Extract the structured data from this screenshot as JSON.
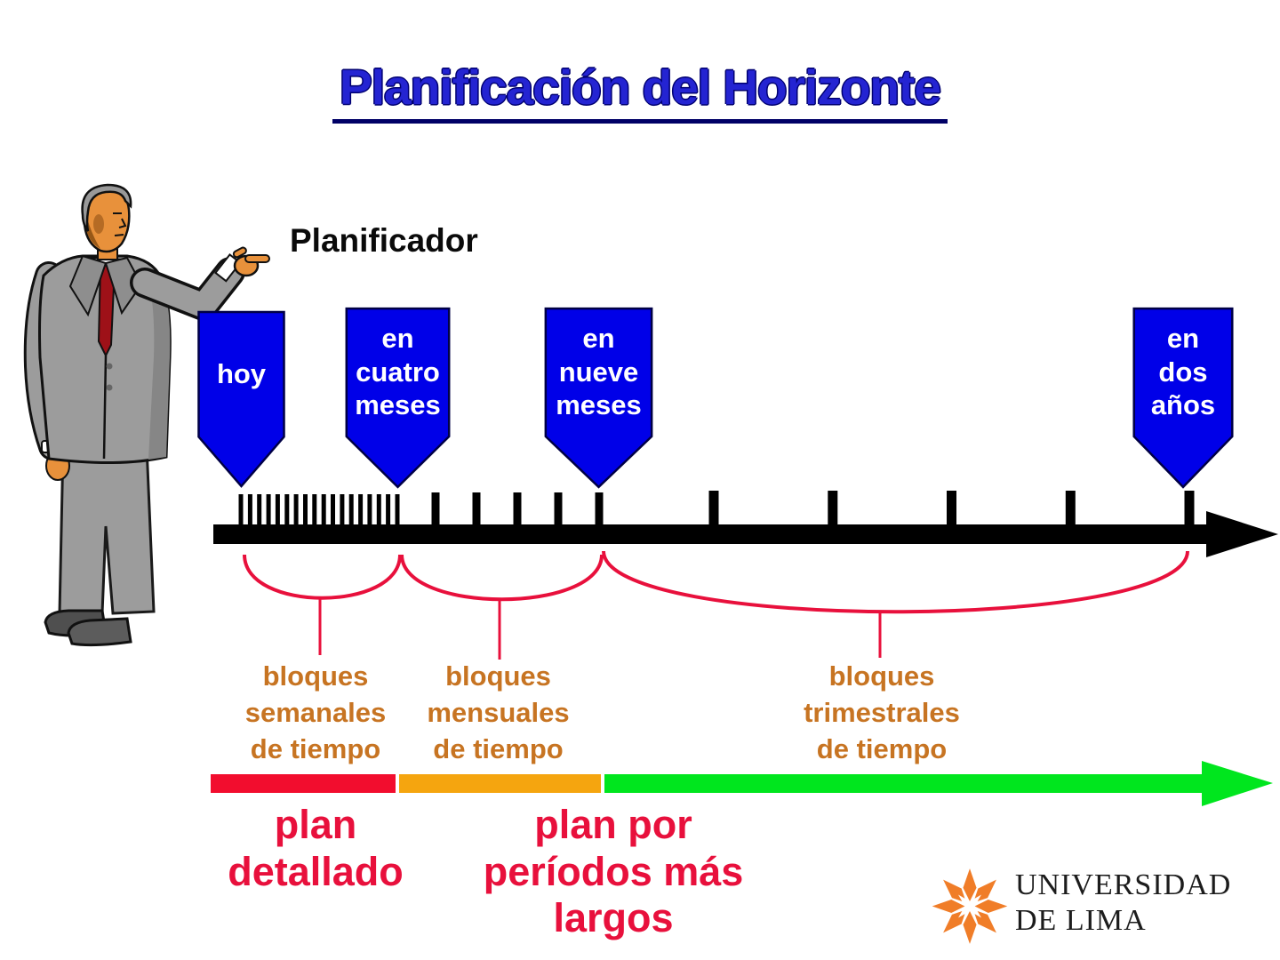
{
  "title": "Planificación del Horizonte",
  "planner": {
    "label": "Planificador"
  },
  "presenter": {
    "illustration": "businessman-pointing"
  },
  "markers": [
    {
      "id": "hoy",
      "label": "hoy"
    },
    {
      "id": "en-cuatro-meses",
      "label": "en\ncuatro\nmeses"
    },
    {
      "id": "en-nueve-meses",
      "label": "en\nnueve\nmeses"
    },
    {
      "id": "en-dos-anos",
      "label": "en\ndos\naños"
    }
  ],
  "timeline": {
    "tick_groups": [
      {
        "name": "weekly",
        "start": 271,
        "end": 447,
        "count": 18,
        "width": 5,
        "height": 36
      },
      {
        "name": "monthly",
        "start": 490,
        "end": 674,
        "count": 5,
        "width": 9,
        "height": 38
      },
      {
        "name": "quarterly",
        "start": 803,
        "end": 1338,
        "count": 5,
        "width": 11,
        "height": 40
      }
    ]
  },
  "block_labels": [
    {
      "label": "bloques\nsemanales\nde tiempo"
    },
    {
      "label": "bloques\nmensuales\nde tiempo"
    },
    {
      "label": "bloques\ntrimestrales\nde tiempo"
    }
  ],
  "plan_labels": [
    {
      "label": "plan\ndetallado"
    },
    {
      "label": "plan por\nperíodos más\nlargos"
    }
  ],
  "logo": {
    "icon": "eight-point-star",
    "line1": "UNIVERSIDAD",
    "line2": "DE LIMA"
  },
  "colors": {
    "title_blue": "#2424D2",
    "title_outline": "#000070",
    "title_underline": "#000066",
    "marker_blue": "#0000E8",
    "brace_red": "#E8103C",
    "label_orange": "#C77422",
    "plan_red": "#E8103C",
    "bar_red": "#F20D2E",
    "bar_orange": "#F5A50F",
    "bar_green": "#00E61E",
    "logo_orange": "#F07D28",
    "logo_text": "#1C1C1C"
  }
}
